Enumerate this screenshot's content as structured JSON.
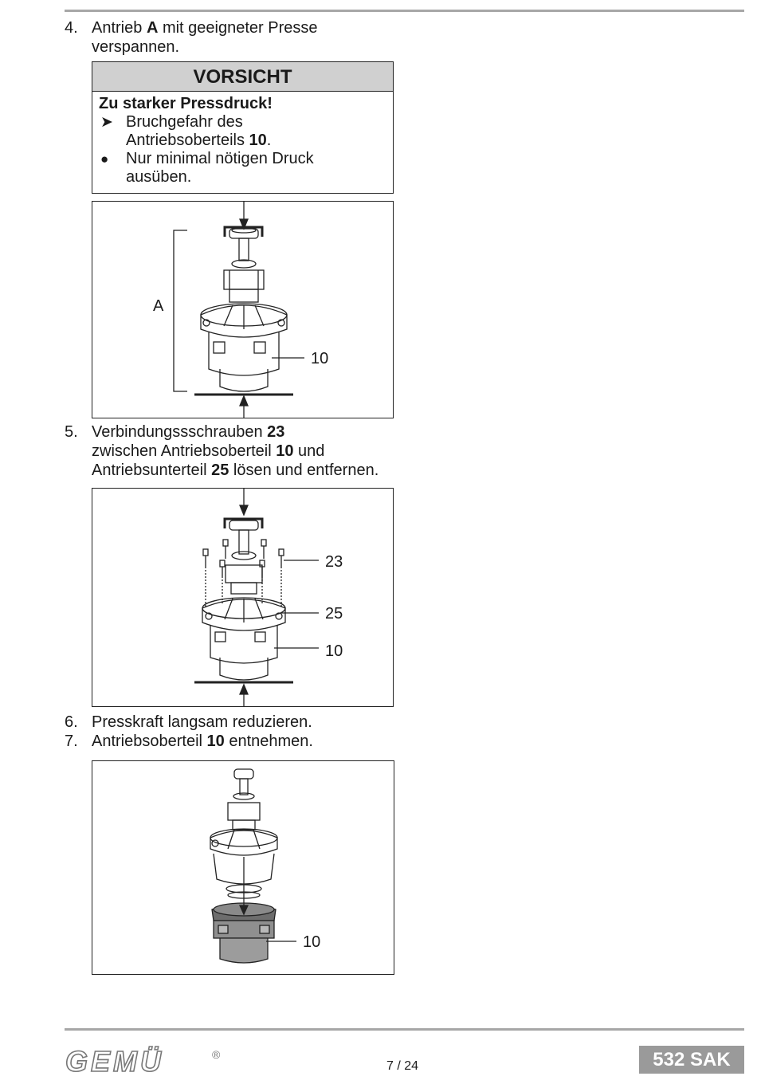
{
  "steps": {
    "s4": {
      "num": "4.",
      "pre": "Antrieb ",
      "bold": "A",
      "post": " mit geeigneter Presse",
      "line2": "verspannen."
    },
    "s5": {
      "num": "5.",
      "l1_pre": "Verbindungssschrauben ",
      "l1_bold": "23",
      "l2_pre": "zwischen Antriebsoberteil ",
      "l2_bold": "10",
      "l2_post": " und",
      "l3_pre": "Antriebsunterteil ",
      "l3_bold": "25",
      "l3_post": " lösen und entfernen."
    },
    "s6": {
      "num": "6.",
      "text": "Presskraft langsam reduzieren."
    },
    "s7": {
      "num": "7.",
      "pre": "Antriebsoberteil ",
      "bold": "10",
      "post": " entnehmen."
    }
  },
  "warning": {
    "heading": "VORSICHT",
    "title": "Zu starker Pressdruck!",
    "arrow_symbol": "➤",
    "arrow_l1": "Bruchgefahr des",
    "arrow_l2_pre": "Antriebsoberteils ",
    "arrow_l2_bold": "10",
    "arrow_l2_post": ".",
    "bullet_symbol": "●",
    "bullet_l1": "Nur minimal nötigen Druck",
    "bullet_l2": "ausüben."
  },
  "figures": {
    "fig1": {
      "label_a": "A",
      "label_10": "10"
    },
    "fig2": {
      "label_23": "23",
      "label_25": "25",
      "label_10": "10"
    },
    "fig3": {
      "label_10": "10"
    }
  },
  "footer": {
    "logo": "GEMÜ",
    "registered": "®",
    "page": "7 / 24",
    "product": "532 SAK"
  },
  "colors": {
    "rule": "#a7a7a7",
    "warn_header": "#d0d0d0",
    "badge": "#9a9a9a"
  }
}
